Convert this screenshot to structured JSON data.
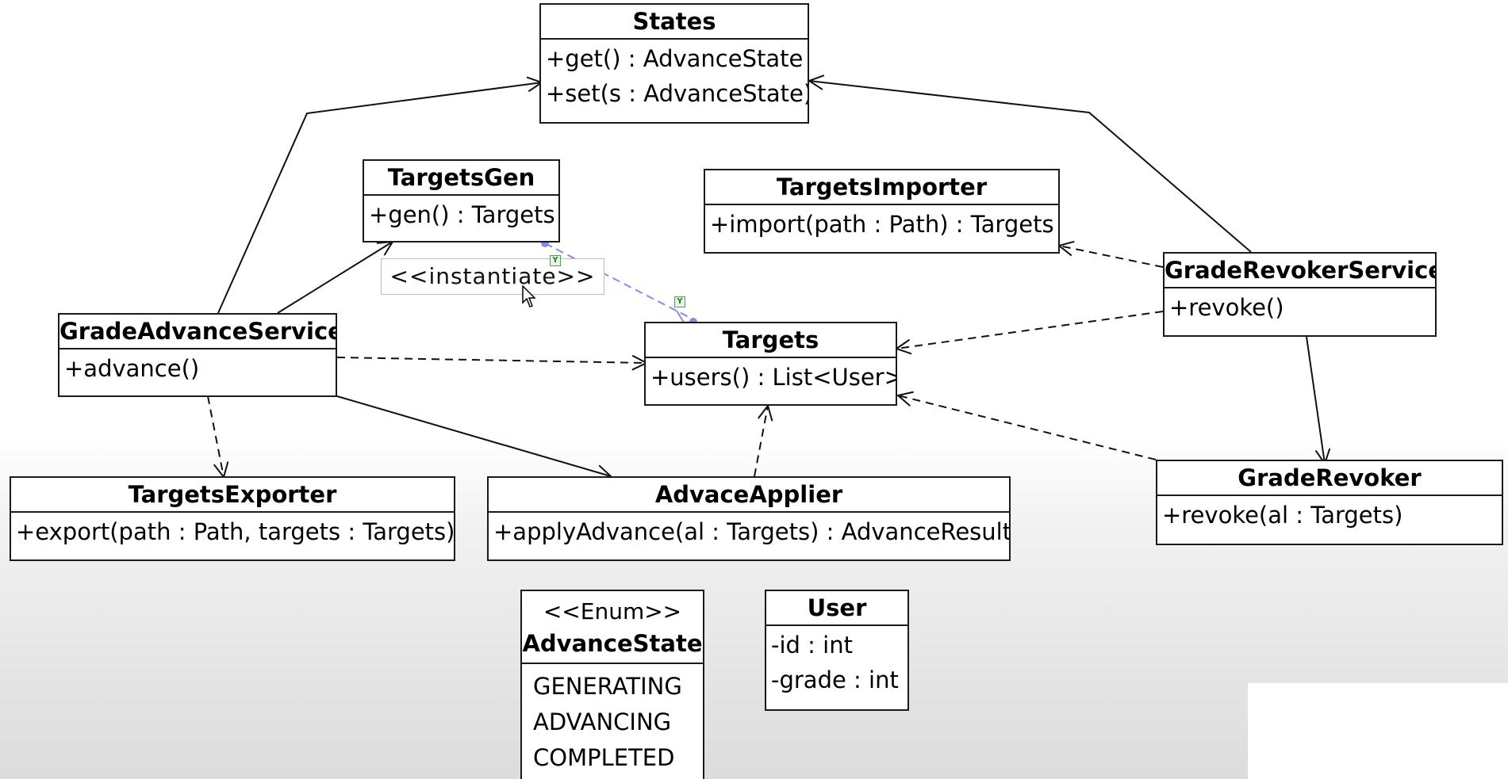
{
  "classes": {
    "states": {
      "name": "States",
      "ops": [
        "+get() : AdvanceState",
        "+set(s : AdvanceState)"
      ]
    },
    "targets_gen": {
      "name": "TargetsGen",
      "ops": [
        "+gen() : Targets"
      ]
    },
    "targets_importer": {
      "name": "TargetsImporter",
      "ops": [
        "+import(path : Path) : Targets"
      ]
    },
    "grade_revoker_service": {
      "name": "GradeRevokerService",
      "ops": [
        "+revoke()"
      ]
    },
    "grade_advance_service": {
      "name": "GradeAdvanceService",
      "ops": [
        "+advance()"
      ]
    },
    "targets": {
      "name": "Targets",
      "ops": [
        "+users() : List<User>"
      ]
    },
    "targets_exporter": {
      "name": "TargetsExporter",
      "ops": [
        "+export(path : Path, targets : Targets)"
      ]
    },
    "advace_applier": {
      "name": "AdvaceApplier",
      "ops": [
        "+applyAdvance(al : Targets) : AdvanceResult"
      ]
    },
    "grade_revoker": {
      "name": "GradeRevoker",
      "ops": [
        "+revoke(al : Targets)"
      ]
    },
    "user": {
      "name": "User",
      "attrs": [
        "-id : int",
        "-grade : int"
      ]
    }
  },
  "enum_advance_state": {
    "stereotype": "<<Enum>>",
    "name": "AdvanceState",
    "literals": [
      "GENERATING",
      "ADVANCING",
      "COMPLETED"
    ]
  },
  "instantiate_label": "<<instantiate>>",
  "colors": {
    "line": "#111111",
    "selected_link": "#8a8ae6",
    "border": "#1a1a1a"
  },
  "icons": {
    "cursor": "mouse-pointer-icon",
    "handle": "link-handle-icon"
  }
}
